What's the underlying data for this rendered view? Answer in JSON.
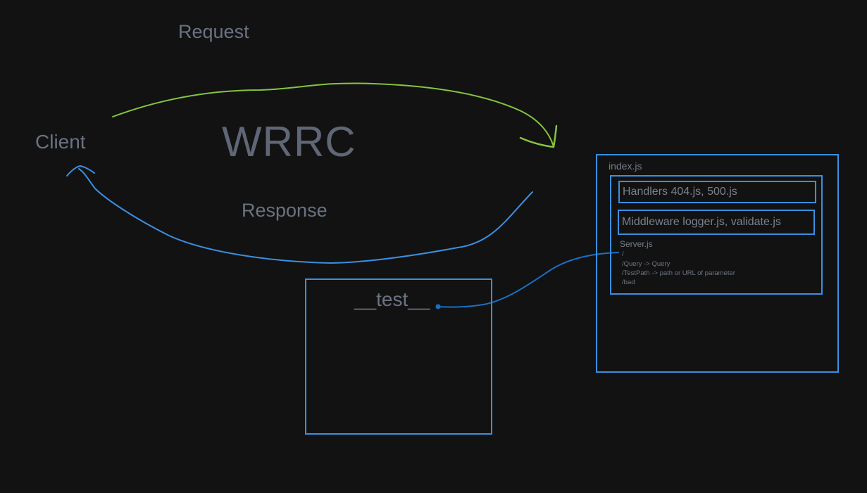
{
  "labels": {
    "request": "Request",
    "client": "Client",
    "wrrc": "WRRC",
    "response": "Response",
    "test": "__test__"
  },
  "index_box": {
    "title": "index.js",
    "handlers": "Handlers  404.js, 500.js",
    "middleware": "Middleware  logger.js, validate.js",
    "server": {
      "title": "Server.js",
      "routes": [
        "/",
        "/Query -> Query",
        "/TestPath -> path or URL of parameter",
        "/bad"
      ]
    }
  },
  "colors": {
    "background": "#121212",
    "request_arrow": "#86c440",
    "response_arrow": "#3b8fe0",
    "box_border": "#3b8fe0",
    "connector": "#1a6fc4",
    "text": "#6b7280"
  }
}
